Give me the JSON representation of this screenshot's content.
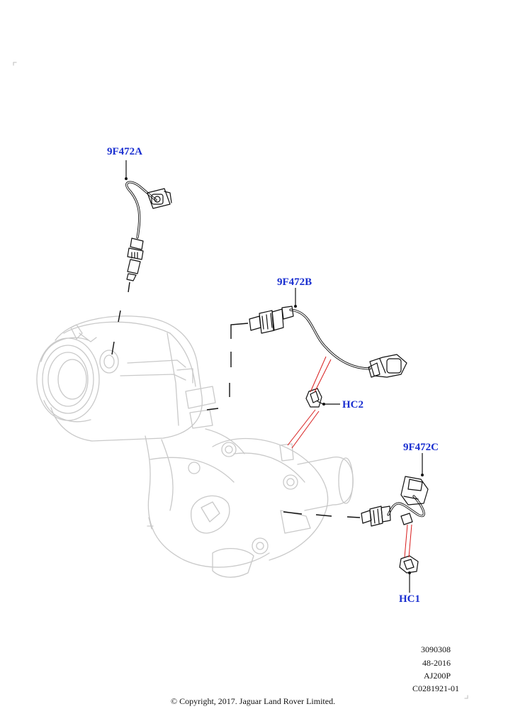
{
  "callouts": {
    "a": "9F472A",
    "b": "9F472B",
    "c": "9F472C",
    "hc2": "HC2",
    "hc1": "HC1"
  },
  "meta": {
    "illustration_number": "3090308",
    "edition": "48-2016",
    "engine": "AJ200P",
    "catalogue_ref": "C0281921-01"
  },
  "copyright": "© Copyright, 2017. Jaguar Land Rover Limited.",
  "colors": {
    "callout_text": "#1a2fd0",
    "leader_red": "#d81b1b",
    "ghost_outline": "#c9c9c9"
  }
}
